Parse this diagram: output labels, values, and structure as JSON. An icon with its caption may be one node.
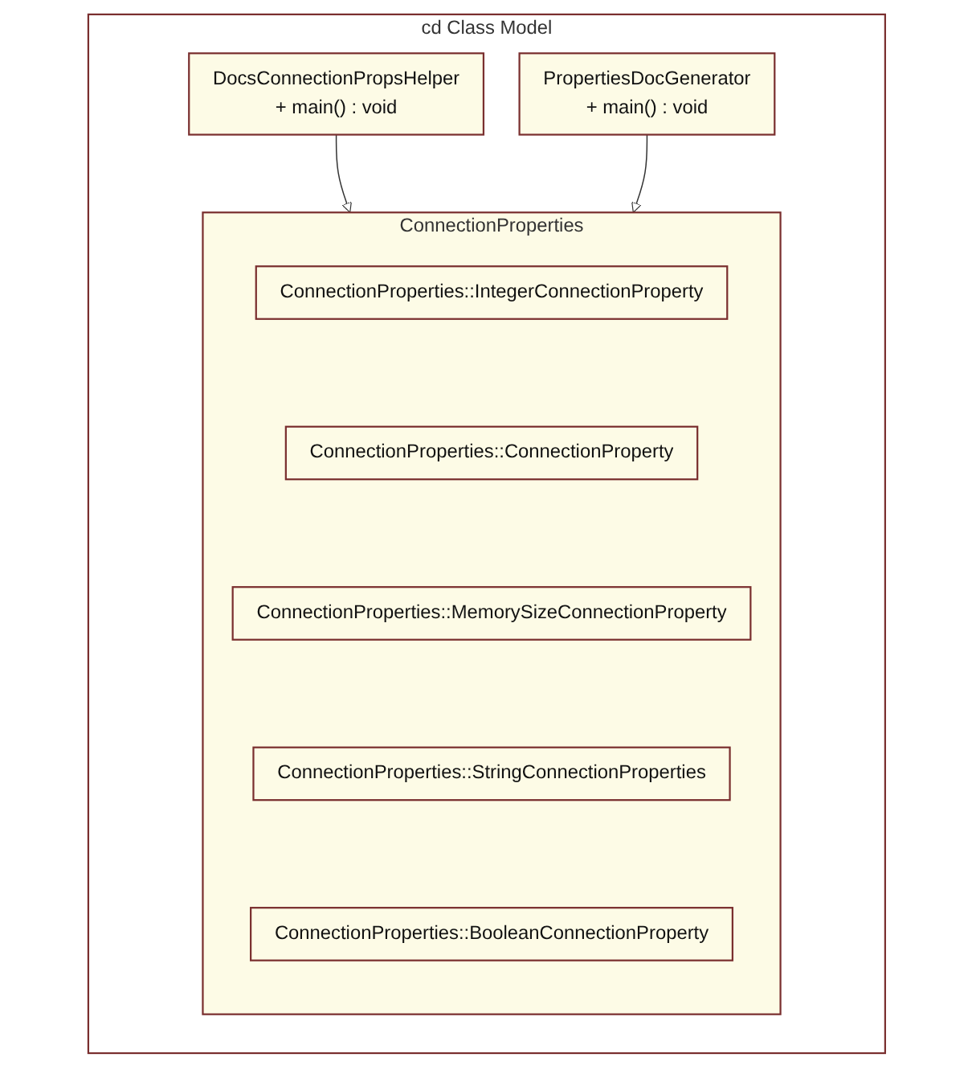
{
  "diagram": {
    "nodes": [
      {
        "text": [
          "cd Class Model"
        ]
      },
      {
        "text": [
          "ConnectionProperties"
        ],
        "in": 0
      },
      {
        "text": [
          "ConnectionProperties::BooleanConnectionProperty"
        ],
        "in": 1
      },
      {
        "text": [
          "ConnectionProperties::StringConnectionProperties"
        ],
        "in": 1
      },
      {
        "text": [
          "ConnectionProperties::MemorySizeConnectionProperty"
        ],
        "in": 1
      },
      {
        "text": [
          "ConnectionProperties::ConnectionProperty"
        ],
        "in": 1
      },
      {
        "text": [
          "ConnectionProperties::IntegerConnectionProperty"
        ],
        "in": 1
      },
      {
        "text": [
          "DocsConnectionPropsHelper",
          "+ main() : void"
        ],
        "in": 0
      },
      {
        "text": [
          "PropertiesDocGenerator",
          "+ main() : void"
        ],
        "in": 0
      }
    ],
    "edges": [
      {
        "from": 7,
        "to": 1,
        "arrow": "to"
      },
      {
        "from": 8,
        "to": 1,
        "arrow": "to"
      }
    ]
  }
}
